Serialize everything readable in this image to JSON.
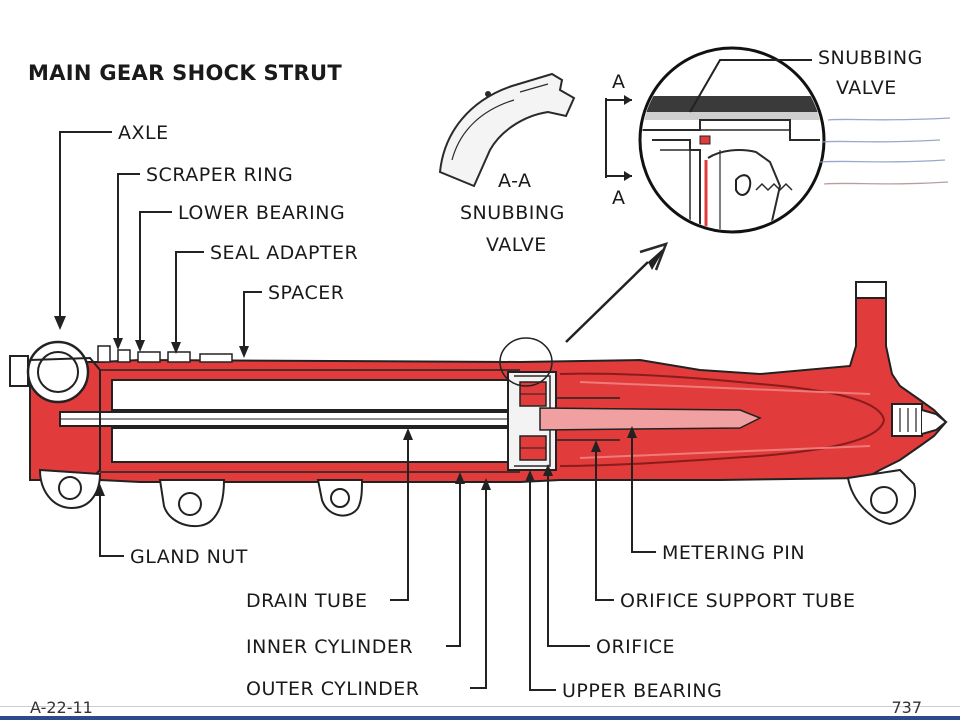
{
  "title": "MAIN GEAR SHOCK STRUT",
  "section_view": {
    "label_line1": "A-A",
    "label_line2": "SNUBBING",
    "label_line3": "VALVE",
    "cut_marker_top": "A",
    "cut_marker_bottom": "A"
  },
  "detail_callout": {
    "line1": "SNUBBING",
    "line2": "VALVE"
  },
  "labels_top": [
    {
      "id": "axle",
      "text": "AXLE"
    },
    {
      "id": "scraper-ring",
      "text": "SCRAPER RING"
    },
    {
      "id": "lower-bearing",
      "text": "LOWER BEARING"
    },
    {
      "id": "seal-adapter",
      "text": "SEAL ADAPTER"
    },
    {
      "id": "spacer",
      "text": "SPACER"
    }
  ],
  "labels_bottom": [
    {
      "id": "gland-nut",
      "text": "GLAND NUT"
    },
    {
      "id": "drain-tube",
      "text": "DRAIN TUBE"
    },
    {
      "id": "inner-cylinder",
      "text": "INNER CYLINDER"
    },
    {
      "id": "outer-cylinder",
      "text": "OUTER CYLINDER"
    },
    {
      "id": "metering-pin",
      "text": "METERING PIN"
    },
    {
      "id": "orifice-support-tube",
      "text": "ORIFICE SUPPORT TUBE"
    },
    {
      "id": "orifice",
      "text": "ORIFICE"
    },
    {
      "id": "upper-bearing",
      "text": "UPPER BEARING"
    }
  ],
  "footer": {
    "left": "A-22-11",
    "right": "737"
  },
  "colors": {
    "fluid": "#e23b3b",
    "fluid_dark": "#c42222",
    "metal": "#ffffff",
    "ink": "#222222"
  }
}
